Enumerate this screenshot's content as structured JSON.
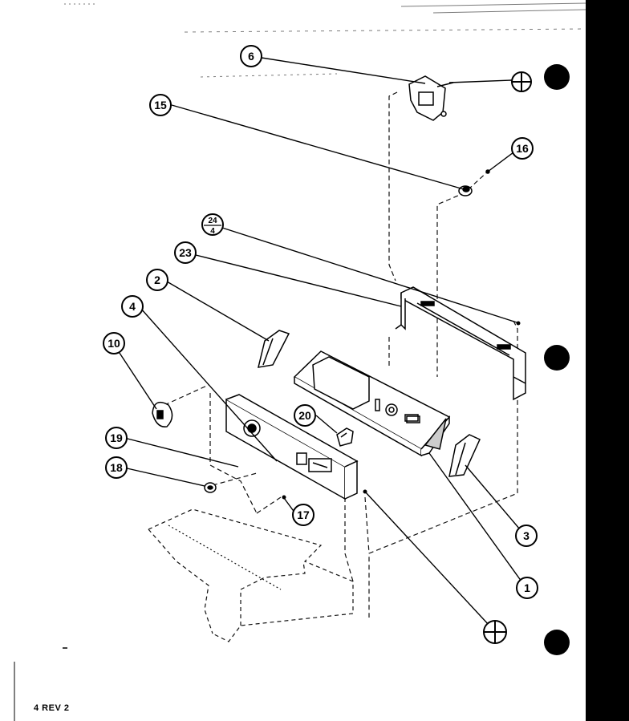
{
  "callouts": {
    "c6": "6",
    "c15": "15",
    "c16": "16",
    "c24_top": "24",
    "c24_bottom": "4",
    "c23": "23",
    "c2": "2",
    "c4": "4",
    "c10": "10",
    "c20": "20",
    "c19": "19",
    "c18": "18",
    "c17": "17",
    "c3": "3",
    "c1": "1"
  },
  "footer": {
    "page_ref": "4 REV 2"
  },
  "colors": {
    "ink": "#000000",
    "paper": "#ffffff",
    "dash": "#111111"
  }
}
